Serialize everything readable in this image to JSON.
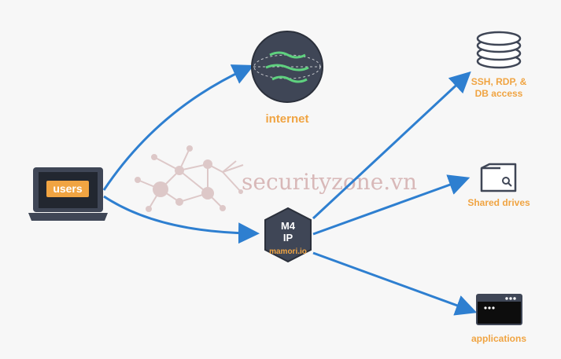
{
  "nodes": {
    "users": {
      "label": "users"
    },
    "internet": {
      "label": "internet"
    },
    "gateway": {
      "line1": "M4",
      "line2": "IP",
      "line3": "mamori.io"
    },
    "ssh": {
      "line1": "SSH, RDP, &",
      "line2": "DB access"
    },
    "drives": {
      "label": "Shared drives"
    },
    "apps": {
      "label": "applications"
    }
  },
  "watermark": {
    "text": "securityzone.vn"
  },
  "colors": {
    "accent": "#f0a442",
    "arrow": "#2e7fd0",
    "dark": "#3f4656",
    "globe_stripe": "#5fd17f",
    "watermark": "#d8b8b8"
  }
}
